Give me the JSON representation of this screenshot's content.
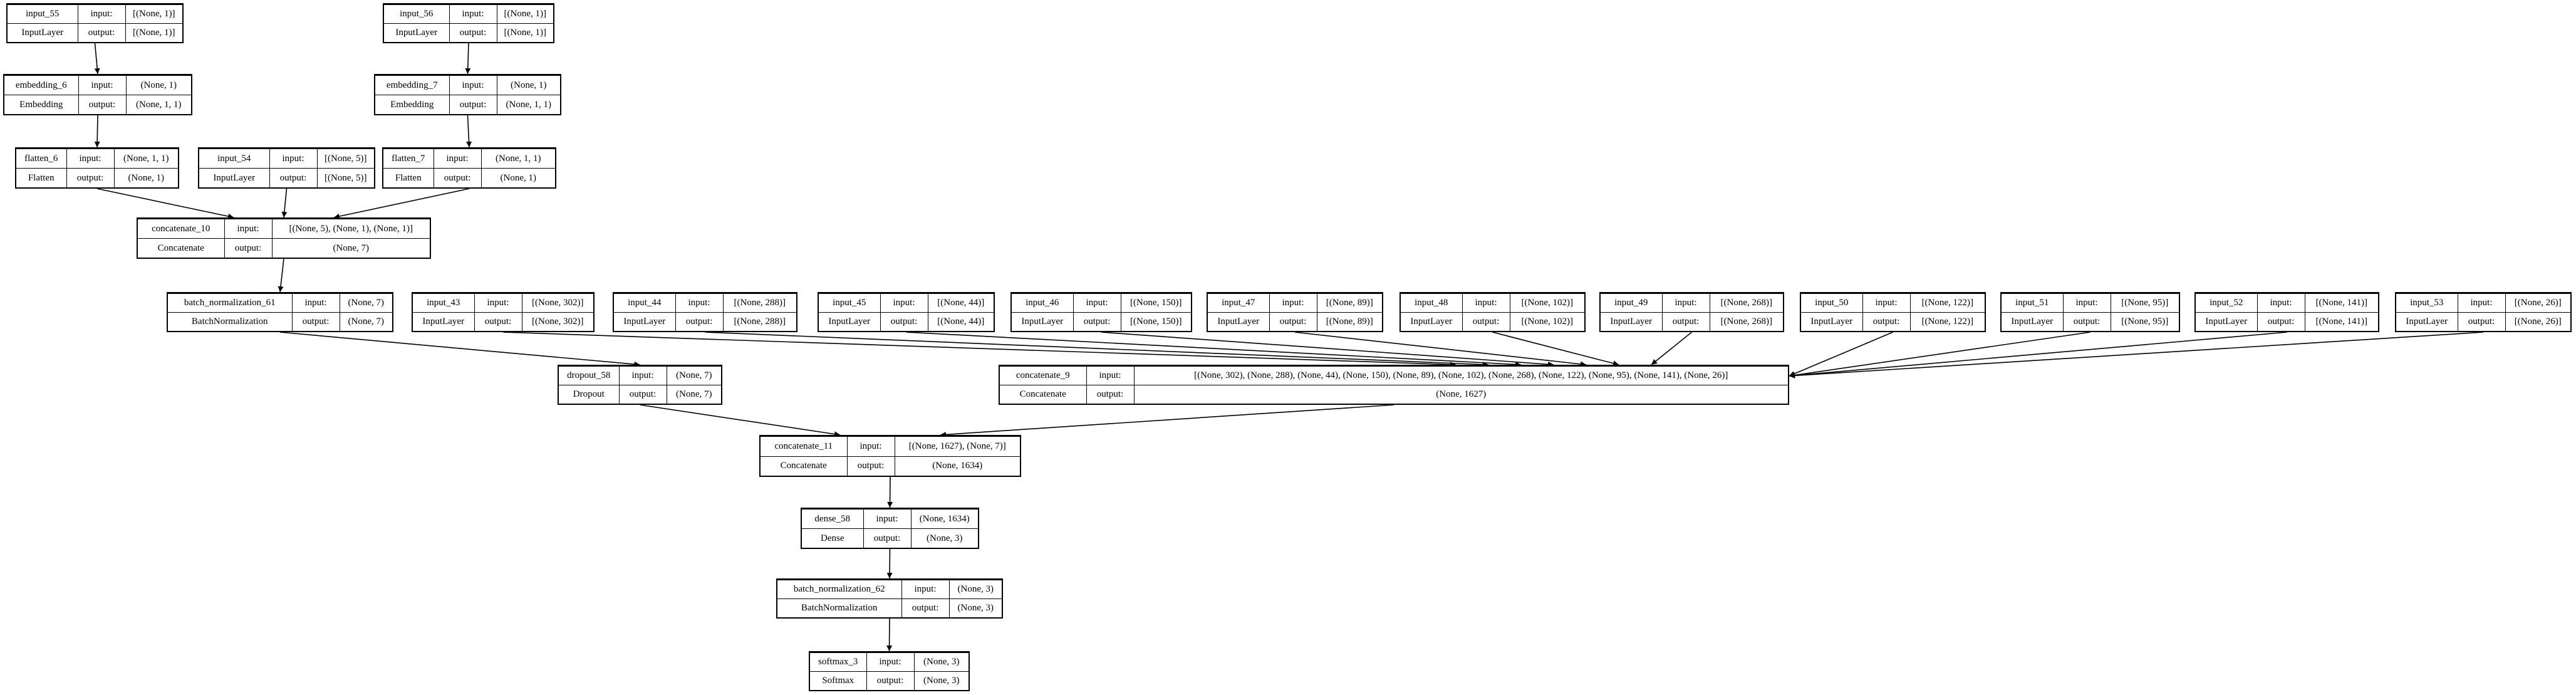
{
  "labels": {
    "input": "input:",
    "output": "output:"
  },
  "nodes": [
    {
      "id": "input_55",
      "name": "input_55",
      "type": "InputLayer",
      "input": "[(None, 1)]",
      "output": "[(None, 1)]"
    },
    {
      "id": "input_56",
      "name": "input_56",
      "type": "InputLayer",
      "input": "[(None, 1)]",
      "output": "[(None, 1)]"
    },
    {
      "id": "embedding_6",
      "name": "embedding_6",
      "type": "Embedding",
      "input": "(None, 1)",
      "output": "(None, 1, 1)"
    },
    {
      "id": "embedding_7",
      "name": "embedding_7",
      "type": "Embedding",
      "input": "(None, 1)",
      "output": "(None, 1, 1)"
    },
    {
      "id": "flatten_6",
      "name": "flatten_6",
      "type": "Flatten",
      "input": "(None, 1, 1)",
      "output": "(None, 1)"
    },
    {
      "id": "input_54",
      "name": "input_54",
      "type": "InputLayer",
      "input": "[(None, 5)]",
      "output": "[(None, 5)]"
    },
    {
      "id": "flatten_7",
      "name": "flatten_7",
      "type": "Flatten",
      "input": "(None, 1, 1)",
      "output": "(None, 1)"
    },
    {
      "id": "concatenate_10",
      "name": "concatenate_10",
      "type": "Concatenate",
      "input": "[(None, 5), (None, 1), (None, 1)]",
      "output": "(None, 7)"
    },
    {
      "id": "batch_normalization_61",
      "name": "batch_normalization_61",
      "type": "BatchNormalization",
      "input": "(None, 7)",
      "output": "(None, 7)"
    },
    {
      "id": "input_43",
      "name": "input_43",
      "type": "InputLayer",
      "input": "[(None, 302)]",
      "output": "[(None, 302)]"
    },
    {
      "id": "input_44",
      "name": "input_44",
      "type": "InputLayer",
      "input": "[(None, 288)]",
      "output": "[(None, 288)]"
    },
    {
      "id": "input_45",
      "name": "input_45",
      "type": "InputLayer",
      "input": "[(None, 44)]",
      "output": "[(None, 44)]"
    },
    {
      "id": "input_46",
      "name": "input_46",
      "type": "InputLayer",
      "input": "[(None, 150)]",
      "output": "[(None, 150)]"
    },
    {
      "id": "input_47",
      "name": "input_47",
      "type": "InputLayer",
      "input": "[(None, 89)]",
      "output": "[(None, 89)]"
    },
    {
      "id": "input_48",
      "name": "input_48",
      "type": "InputLayer",
      "input": "[(None, 102)]",
      "output": "[(None, 102)]"
    },
    {
      "id": "input_49",
      "name": "input_49",
      "type": "InputLayer",
      "input": "[(None, 268)]",
      "output": "[(None, 268)]"
    },
    {
      "id": "input_50",
      "name": "input_50",
      "type": "InputLayer",
      "input": "[(None, 122)]",
      "output": "[(None, 122)]"
    },
    {
      "id": "input_51",
      "name": "input_51",
      "type": "InputLayer",
      "input": "[(None, 95)]",
      "output": "[(None, 95)]"
    },
    {
      "id": "input_52",
      "name": "input_52",
      "type": "InputLayer",
      "input": "[(None, 141)]",
      "output": "[(None, 141)]"
    },
    {
      "id": "input_53",
      "name": "input_53",
      "type": "InputLayer",
      "input": "[(None, 26)]",
      "output": "[(None, 26)]"
    },
    {
      "id": "dropout_58",
      "name": "dropout_58",
      "type": "Dropout",
      "input": "(None, 7)",
      "output": "(None, 7)"
    },
    {
      "id": "concatenate_9",
      "name": "concatenate_9",
      "type": "Concatenate",
      "input": "[(None, 302), (None, 288), (None, 44), (None, 150), (None, 89), (None, 102), (None, 268), (None, 122), (None, 95), (None, 141), (None, 26)]",
      "output": "(None, 1627)"
    },
    {
      "id": "concatenate_11",
      "name": "concatenate_11",
      "type": "Concatenate",
      "input": "[(None, 1627), (None, 7)]",
      "output": "(None, 1634)"
    },
    {
      "id": "dense_58",
      "name": "dense_58",
      "type": "Dense",
      "input": "(None, 1634)",
      "output": "(None, 3)"
    },
    {
      "id": "batch_normalization_62",
      "name": "batch_normalization_62",
      "type": "BatchNormalization",
      "input": "(None, 3)",
      "output": "(None, 3)"
    },
    {
      "id": "softmax_3",
      "name": "softmax_3",
      "type": "Softmax",
      "input": "(None, 3)",
      "output": "(None, 3)"
    }
  ],
  "edges": [
    [
      "input_55",
      "embedding_6"
    ],
    [
      "input_56",
      "embedding_7"
    ],
    [
      "embedding_6",
      "flatten_6"
    ],
    [
      "embedding_7",
      "flatten_7"
    ],
    [
      "flatten_6",
      "concatenate_10"
    ],
    [
      "input_54",
      "concatenate_10"
    ],
    [
      "flatten_7",
      "concatenate_10"
    ],
    [
      "concatenate_10",
      "batch_normalization_61"
    ],
    [
      "batch_normalization_61",
      "dropout_58"
    ],
    [
      "input_43",
      "concatenate_9"
    ],
    [
      "input_44",
      "concatenate_9"
    ],
    [
      "input_45",
      "concatenate_9"
    ],
    [
      "input_46",
      "concatenate_9"
    ],
    [
      "input_47",
      "concatenate_9"
    ],
    [
      "input_48",
      "concatenate_9"
    ],
    [
      "input_49",
      "concatenate_9"
    ],
    [
      "input_50",
      "concatenate_9"
    ],
    [
      "input_51",
      "concatenate_9"
    ],
    [
      "input_52",
      "concatenate_9"
    ],
    [
      "input_53",
      "concatenate_9"
    ],
    [
      "dropout_58",
      "concatenate_11"
    ],
    [
      "concatenate_9",
      "concatenate_11"
    ],
    [
      "concatenate_11",
      "dense_58"
    ],
    [
      "dense_58",
      "batch_normalization_62"
    ],
    [
      "batch_normalization_62",
      "softmax_3"
    ]
  ]
}
